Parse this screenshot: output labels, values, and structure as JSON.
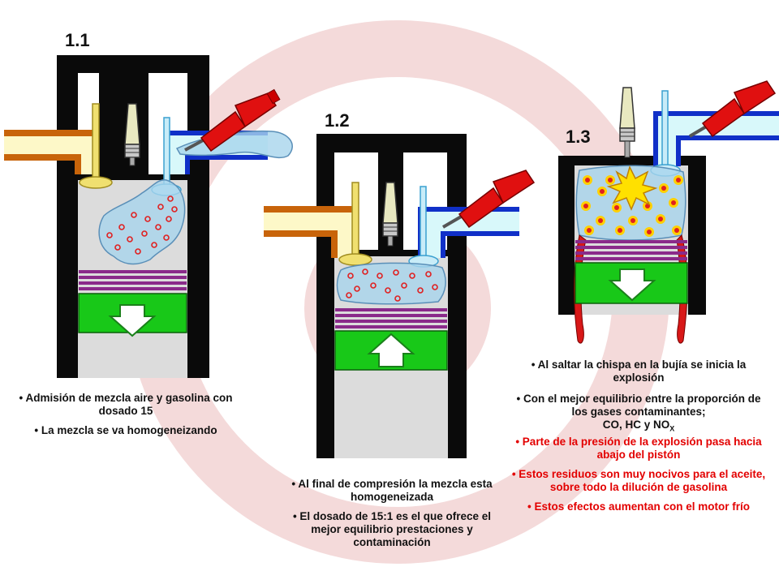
{
  "colors": {
    "block": "#0a0a0a",
    "cylinder": "#dcdcdc",
    "intake": "#c8640a",
    "intake_fill": "#fdf8c8",
    "exhaust": "#1030c8",
    "exhaust_fill": "#d8f8fa",
    "piston": "#18c818",
    "rings": "#8a2a8a",
    "injector": "#e01010",
    "mixture": "#a8d4ec",
    "droplet": "#e02020",
    "text_red": "#e30000",
    "watermark": "#f3d6d6"
  },
  "icons": {
    "spark_plug": "spark-plug-icon",
    "injector": "injector-icon",
    "arrow_down": "arrow-down-icon",
    "arrow_up": "arrow-up-icon",
    "explosion": "explosion-icon"
  },
  "stage1": {
    "label": "1.1",
    "piston_direction": "down",
    "notes": [
      "• Admisión  de mezcla aire y gasolina con dosado 15",
      "• La mezcla se va homogeneizando"
    ]
  },
  "stage2": {
    "label": "1.2",
    "piston_direction": "up",
    "notes": [
      "• Al final de compresión la mezcla esta homogeneizada",
      "• El dosado de 15:1  es el que ofrece el mejor equilibrio prestaciones y contaminación"
    ]
  },
  "stage3": {
    "label": "1.3",
    "piston_direction": "down",
    "note1": "• Al saltar la chispa en la bujía se inicia la explosión",
    "note2_main": "• Con el mejor equilibrio entre la proporción de los gases contaminantes;",
    "note2_formula": "CO, HC y NO",
    "note2_sub": "X",
    "note3": "• Parte de la presión de la explosión pasa hacia abajo del pistón",
    "note4": "• Estos residuos son muy nocivos para el aceite, sobre todo la dilución de gasolina",
    "note5": "• Estos efectos aumentan con el motor frío"
  }
}
